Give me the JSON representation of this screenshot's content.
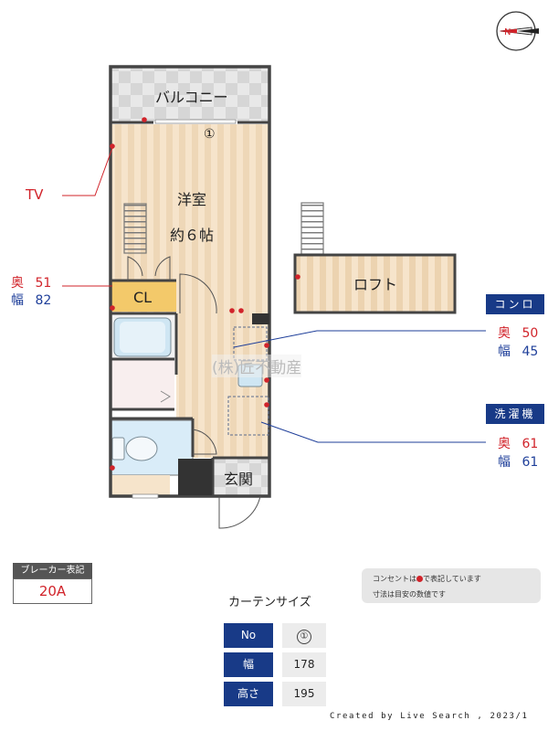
{
  "rooms": {
    "balcony": "バルコニー",
    "western_room": "洋室",
    "room_size": "約６帖",
    "closet": "CL",
    "loft": "ロフト",
    "entrance": "玄関"
  },
  "window_marker": "①",
  "tv_label": "TV",
  "watermark": "(株)匠不動産",
  "closet_dims": {
    "depth_key": "奥",
    "depth": "51",
    "width_key": "幅",
    "width": "82"
  },
  "stove": {
    "title": "コンロ",
    "depth_key": "奥",
    "depth": "50",
    "width_key": "幅",
    "width": "45"
  },
  "washer": {
    "title": "洗濯機",
    "depth_key": "奥",
    "depth": "61",
    "width_key": "幅",
    "width": "61"
  },
  "breaker": {
    "title": "ブレーカー表記",
    "value": "20A"
  },
  "note": {
    "line1_before": "コンセントは",
    "line1_after": "で表記しています",
    "line2": "寸法は目安の数値です"
  },
  "curtain": {
    "title": "カーテンサイズ",
    "rows": [
      {
        "label": "No",
        "value": "①"
      },
      {
        "label": "幅",
        "value": "178"
      },
      {
        "label": "高さ",
        "value": "195"
      }
    ]
  },
  "credit": "Created by Live Search , 2023/1",
  "compass_label": "N",
  "colors": {
    "accent_red": "#d1232a",
    "navy": "#183a87",
    "wood": "#f3dfc3"
  }
}
